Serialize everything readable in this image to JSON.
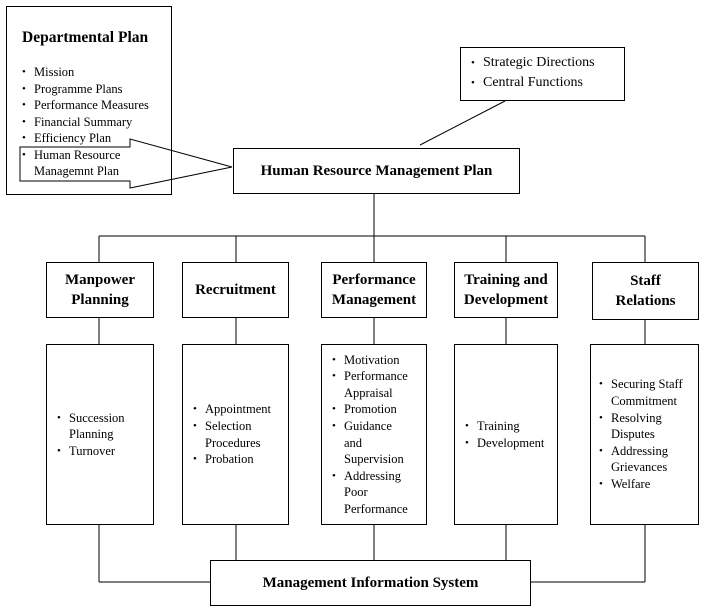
{
  "departmental_plan": {
    "title": "Departmental Plan",
    "items": [
      "Mission",
      "Programme Plans",
      "Performance Measures",
      "Financial Summary",
      "Efficiency Plan",
      "Human Resource Managemnt Plan"
    ]
  },
  "strategic": {
    "items": [
      "Strategic Directions",
      "Central Functions"
    ]
  },
  "hrm_plan": {
    "title": "Human Resource Management Plan"
  },
  "categories": [
    {
      "title": "Manpower Planning",
      "items": [
        "Succession Planning",
        "Turnover"
      ]
    },
    {
      "title": "Recruitment",
      "items": [
        "Appointment",
        "Selection Procedures",
        "Probation"
      ]
    },
    {
      "title": "Performance Management",
      "items": [
        "Motivation",
        "Performance Appraisal",
        "Promotion",
        "Guidance and Supervision",
        "Addressing Poor Performance"
      ]
    },
    {
      "title": "Training and Development",
      "items": [
        "Training",
        "Development"
      ]
    },
    {
      "title": "Staff Relations",
      "items": [
        "Securing Staff Commitment",
        "Resolving Disputes",
        "Addressing Grievances",
        "Welfare"
      ]
    }
  ],
  "mis": {
    "title": "Management Information System"
  }
}
